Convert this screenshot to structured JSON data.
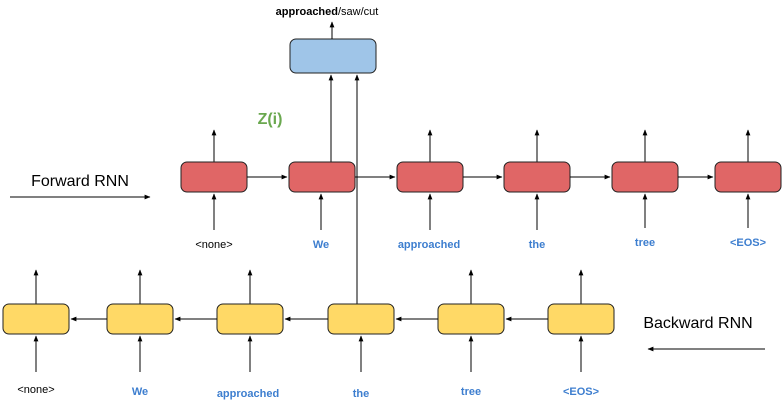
{
  "output": {
    "word_bold": "approached",
    "rest": "/saw/cut",
    "z_label": "Z(i)"
  },
  "forward": {
    "title": "Forward RNN",
    "tokens": [
      "<none>",
      "We",
      "approached",
      "the",
      "tree",
      "<EOS>"
    ]
  },
  "backward": {
    "title": "Backward RNN",
    "tokens": [
      "<none>",
      "We",
      "approached",
      "the",
      "tree",
      "<EOS>"
    ]
  },
  "colors": {
    "forward_cell": "#e06666",
    "backward_cell": "#ffd966",
    "output_cell": "#9fc5e8",
    "token_blue": "#3d7ecf",
    "z_green": "#6aa84f",
    "line": "#000000"
  }
}
